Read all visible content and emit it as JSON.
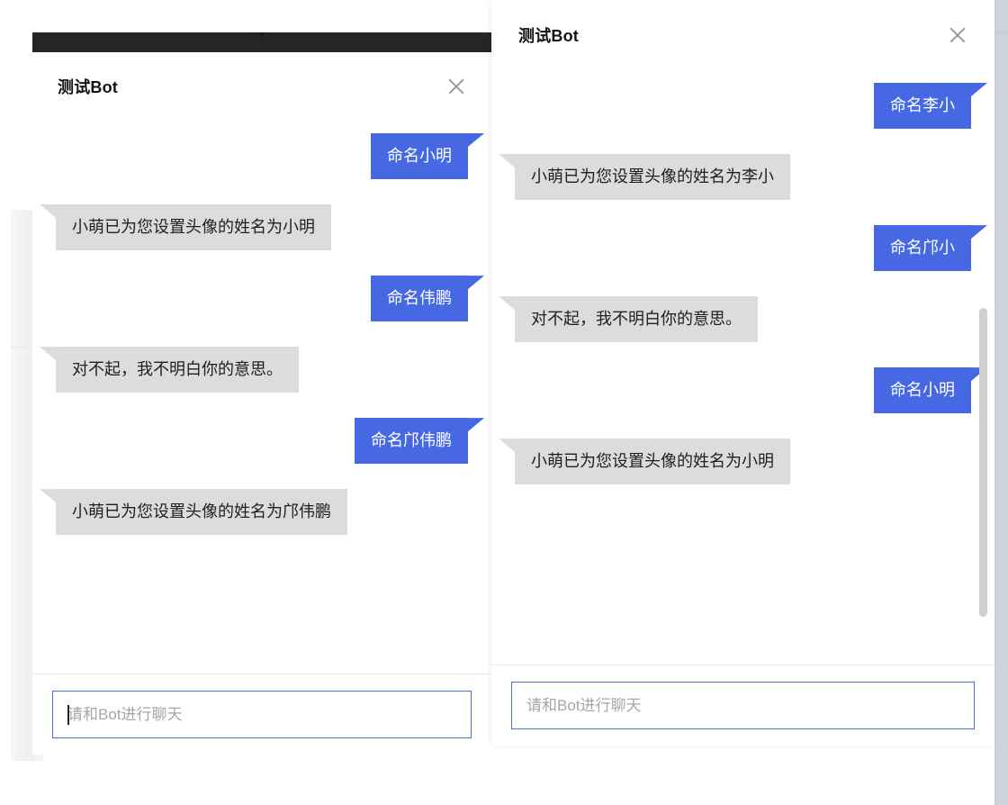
{
  "app": {
    "accent_blue": "#4669e3",
    "bot_bubble_gray": "#dcdcdc",
    "topbar_dark": "#252525",
    "edge_strip": "#ccd3dc"
  },
  "left_dialog": {
    "title": "测试Bot",
    "close_icon": "close-icon",
    "messages": [
      {
        "sender": "user",
        "text": "命名小明"
      },
      {
        "sender": "bot",
        "text": "小萌已为您设置头像的姓名为小明"
      },
      {
        "sender": "user",
        "text": "命名伟鹏"
      },
      {
        "sender": "bot",
        "text": "对不起，我不明白你的意思。"
      },
      {
        "sender": "user",
        "text": "命名邝伟鹏"
      },
      {
        "sender": "bot",
        "text": "小萌已为您设置头像的姓名为邝伟鹏"
      }
    ],
    "input": {
      "value": "",
      "placeholder": "请和Bot进行聊天",
      "focused": true
    }
  },
  "right_dialog": {
    "title": "测试Bot",
    "close_icon": "close-icon",
    "messages": [
      {
        "sender": "user",
        "text": "命名李小"
      },
      {
        "sender": "bot",
        "text": "小萌已为您设置头像的姓名为李小"
      },
      {
        "sender": "user",
        "text": "命名邝小"
      },
      {
        "sender": "bot",
        "text": "对不起，我不明白你的意思。"
      },
      {
        "sender": "user",
        "text": "命名小明"
      },
      {
        "sender": "bot",
        "text": "小萌已为您设置头像的姓名为小明"
      }
    ],
    "input": {
      "value": "",
      "placeholder": "请和Bot进行聊天",
      "focused": true
    },
    "scrollbar": {
      "thumb_top_pct": 40,
      "thumb_height_pct": 52
    }
  }
}
